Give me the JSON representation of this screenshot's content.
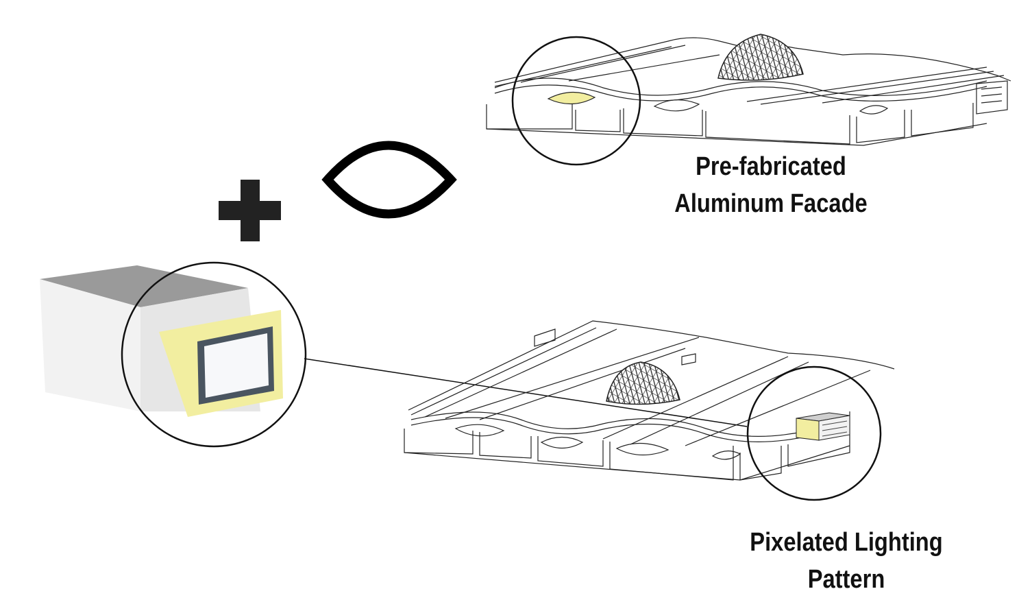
{
  "labels": {
    "facade": {
      "line1": "Pre-fabricated",
      "line2": "Aluminum Facade"
    },
    "lighting": {
      "line1": "Pixelated Lighting",
      "line2": "Pattern"
    }
  },
  "colors": {
    "ink": "#111111",
    "highlight_yellow": "#f2eea0",
    "box_top_gray": "#9a9a9a",
    "box_side_light": "#f2f2f2",
    "box_side_mid": "#e6e6e6",
    "lens_frame": "#4a5560"
  },
  "icons": [
    "plus-icon",
    "lens-shape-icon",
    "dome-icon",
    "lighting-box-icon"
  ]
}
